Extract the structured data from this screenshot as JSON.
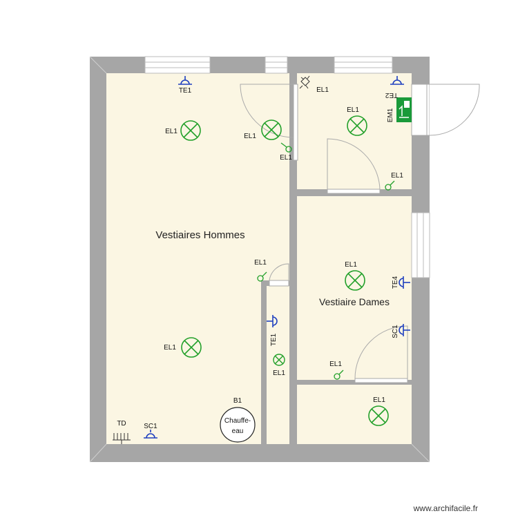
{
  "rooms": {
    "hommes": "Vestiaires Hommes",
    "dames": "Vestiaire Dames"
  },
  "fixtures": {
    "chauffe_eau_line1": "Chauffe-",
    "chauffe_eau_line2": "eau",
    "chauffe_eau_code": "B1",
    "panel": "TD"
  },
  "labels": {
    "el1": "EL1",
    "te1": "TE1",
    "te2": "TE2",
    "te4": "TE4",
    "sc1": "SC1",
    "em1": "EM1"
  },
  "watermark": "www.archifacile.fr",
  "colors": {
    "wall": "#a6a6a6",
    "floor": "#fbf6e3",
    "light": "#22a02a",
    "outlet": "#1e3fbf",
    "exit_sign": "#1a9a3a"
  }
}
